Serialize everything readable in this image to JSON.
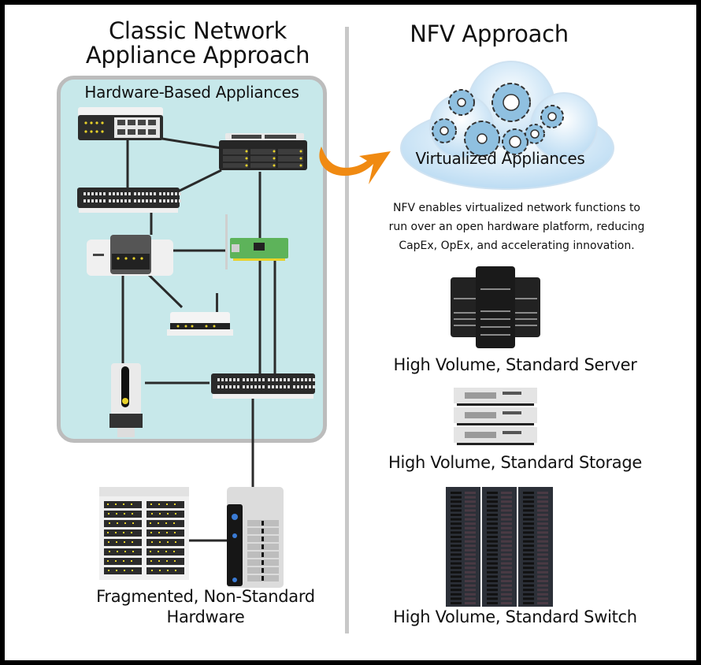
{
  "classic": {
    "title_line1": "Classic Network",
    "title_line2": "Appliance Approach",
    "panel_label": "Hardware-Based Appliances",
    "devices": [
      "ethernet-switch",
      "rack-server",
      "patch-panel",
      "dsl-modem",
      "network-card",
      "wireless-router",
      "usb-modem",
      "patch-panel-2"
    ],
    "bottom_label_line1": "Fragmented, Non-Standard",
    "bottom_label_line2": "Hardware"
  },
  "nfv": {
    "title": "NFV Approach",
    "cloud_label": "Virtualized Appliances",
    "description_lines": [
      "NFV enables virtualized network functions to",
      "run over an open hardware platform, reducing",
      "CapEx, OpEx, and accelerating innovation."
    ],
    "items": [
      {
        "label": "High Volume, Standard Server",
        "icon": "server-tower-icon"
      },
      {
        "label": "High Volume, Standard Storage",
        "icon": "storage-stack-icon"
      },
      {
        "label": "High Volume, Standard Switch",
        "icon": "switch-rack-icon"
      }
    ]
  },
  "colors": {
    "frame": "#000000",
    "panel_bg": "#c7e8ea",
    "panel_border": "#bcbcbc",
    "arrow": "#f08a12",
    "cloud": "#cfe6f7",
    "gear": "#8fc0e0",
    "led": "#e8d22a",
    "divider": "#c8c8c8"
  }
}
